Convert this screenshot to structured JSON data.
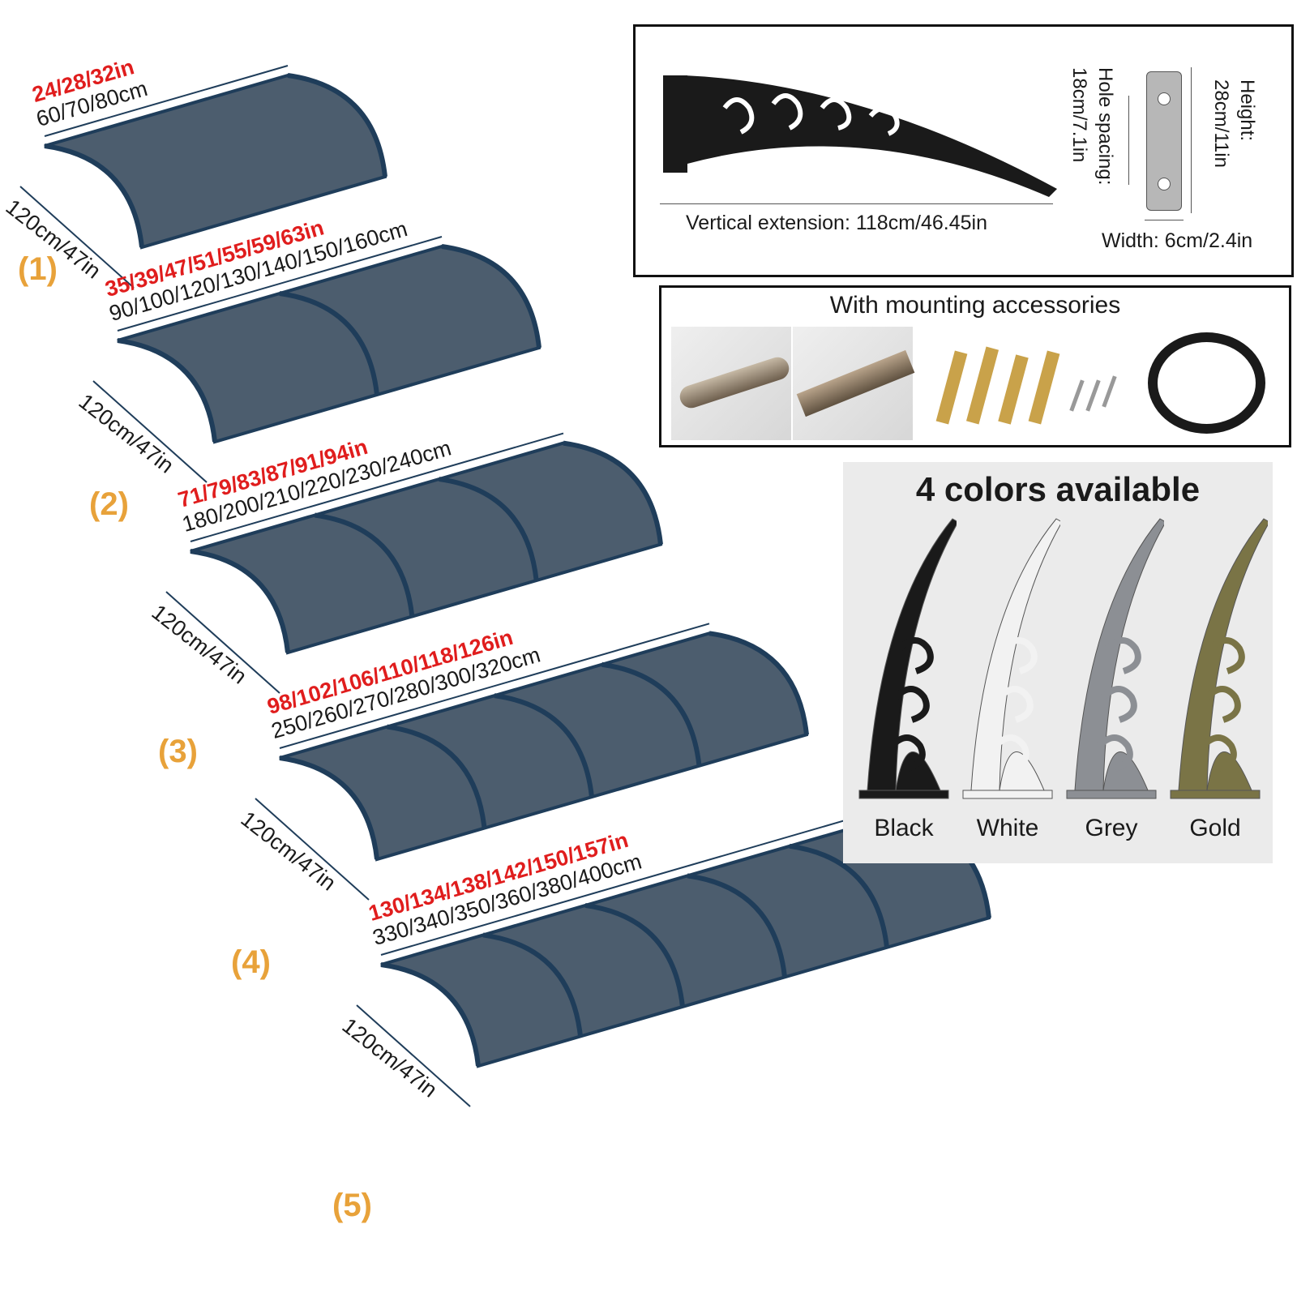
{
  "canopies": [
    {
      "number": "(1)",
      "inches": "24/28/32in",
      "cm": "60/70/80cm",
      "depth": "120cm/47in",
      "sections": 1
    },
    {
      "number": "(2)",
      "inches": "35/39/47/51/55/59/63in",
      "cm": "90/100/120/130/140/150/160cm",
      "depth": "120cm/47in",
      "sections": 2
    },
    {
      "number": "(3)",
      "inches": "71/79/83/87/91/94in",
      "cm": "180/200/210/220/230/240cm",
      "depth": "120cm/47in",
      "sections": 3
    },
    {
      "number": "(4)",
      "inches": "98/102/106/110/118/126in",
      "cm": "250/260/270/280/300/320cm",
      "depth": "120cm/47in",
      "sections": 4
    },
    {
      "number": "(5)",
      "inches": "130/134/138/142/150/157in",
      "cm": "330/340/350/360/380/400cm",
      "depth": "120cm/47in",
      "sections": 5
    }
  ],
  "bracket_spec": {
    "vertical_extension": "Vertical extension: 118cm/46.45in",
    "hole_spacing_label": "Hole spacing:",
    "hole_spacing_value": "18cm/7.1in",
    "height_label": "Height:",
    "height_value": "28cm/11in",
    "width": "Width: 6cm/2.4in"
  },
  "accessories": {
    "title": "With mounting accessories",
    "items": [
      "aluminium-rail-icon",
      "aluminium-strip-icon",
      "bolts-and-screws-icon",
      "rubber-seal-icon"
    ]
  },
  "colors": {
    "title": "4 colors available",
    "options": [
      {
        "label": "Black",
        "hex": "#1a1a1a"
      },
      {
        "label": "White",
        "hex": "#f2f2f2"
      },
      {
        "label": "Grey",
        "hex": "#8c8f94"
      },
      {
        "label": "Gold",
        "hex": "#7a7446"
      }
    ]
  },
  "palette": {
    "canopy_panel": "#4c5d6e",
    "canopy_frame": "#1f3d5a",
    "inch_text": "#e01d1d",
    "number_text": "#e8a23a"
  }
}
